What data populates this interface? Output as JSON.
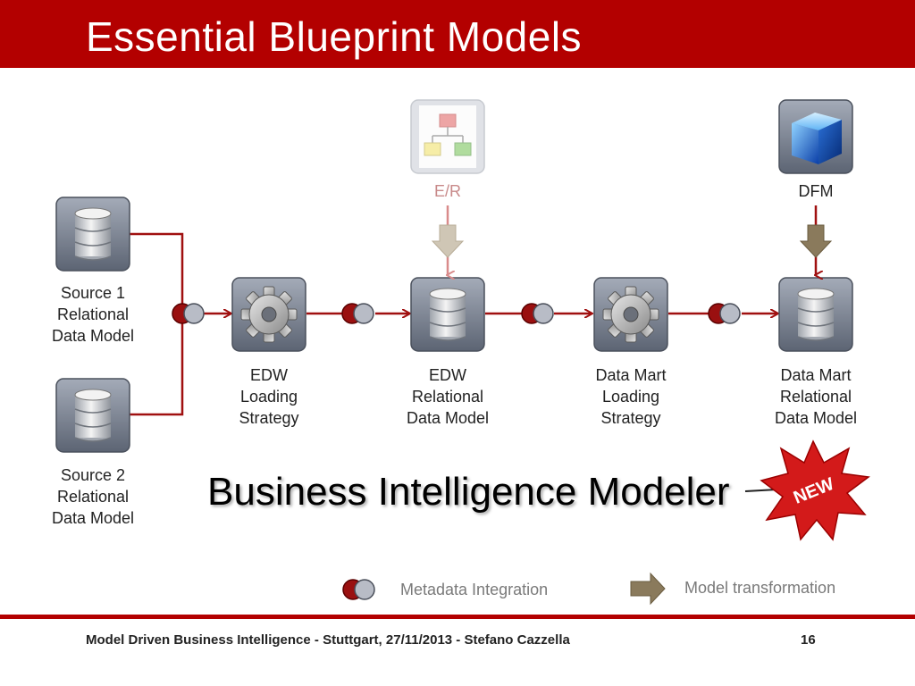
{
  "slide": {
    "title": "Essential Blueprint Models",
    "footer": "Model Driven Business Intelligence - Stuttgart, 27/11/2013 - Stefano Cazzella",
    "page_number": "16"
  },
  "nodes": {
    "source1": [
      "Source 1",
      "Relational",
      "Data Model"
    ],
    "source2": [
      "Source 2",
      "Relational",
      "Data Model"
    ],
    "edw_loading": [
      "EDW",
      "Loading",
      "Strategy"
    ],
    "edw_relational": [
      "EDW",
      "Relational",
      "Data Model"
    ],
    "dm_loading": [
      "Data Mart",
      "Loading",
      "Strategy"
    ],
    "dm_relational": [
      "Data Mart",
      "Relational",
      "Data Model"
    ],
    "er": "E/R",
    "dfm": "DFM"
  },
  "headline": "Business Intelligence Modeler",
  "badge": "NEW",
  "legend": {
    "metadata_integration": "Metadata Integration",
    "model_transformation": "Model transformation"
  },
  "colors": {
    "brand_red": "#b30000",
    "connector_dark": "#8c1a1a",
    "transform_arrow": "#8a7a5c",
    "er_arrow": "#cfc6b5"
  }
}
